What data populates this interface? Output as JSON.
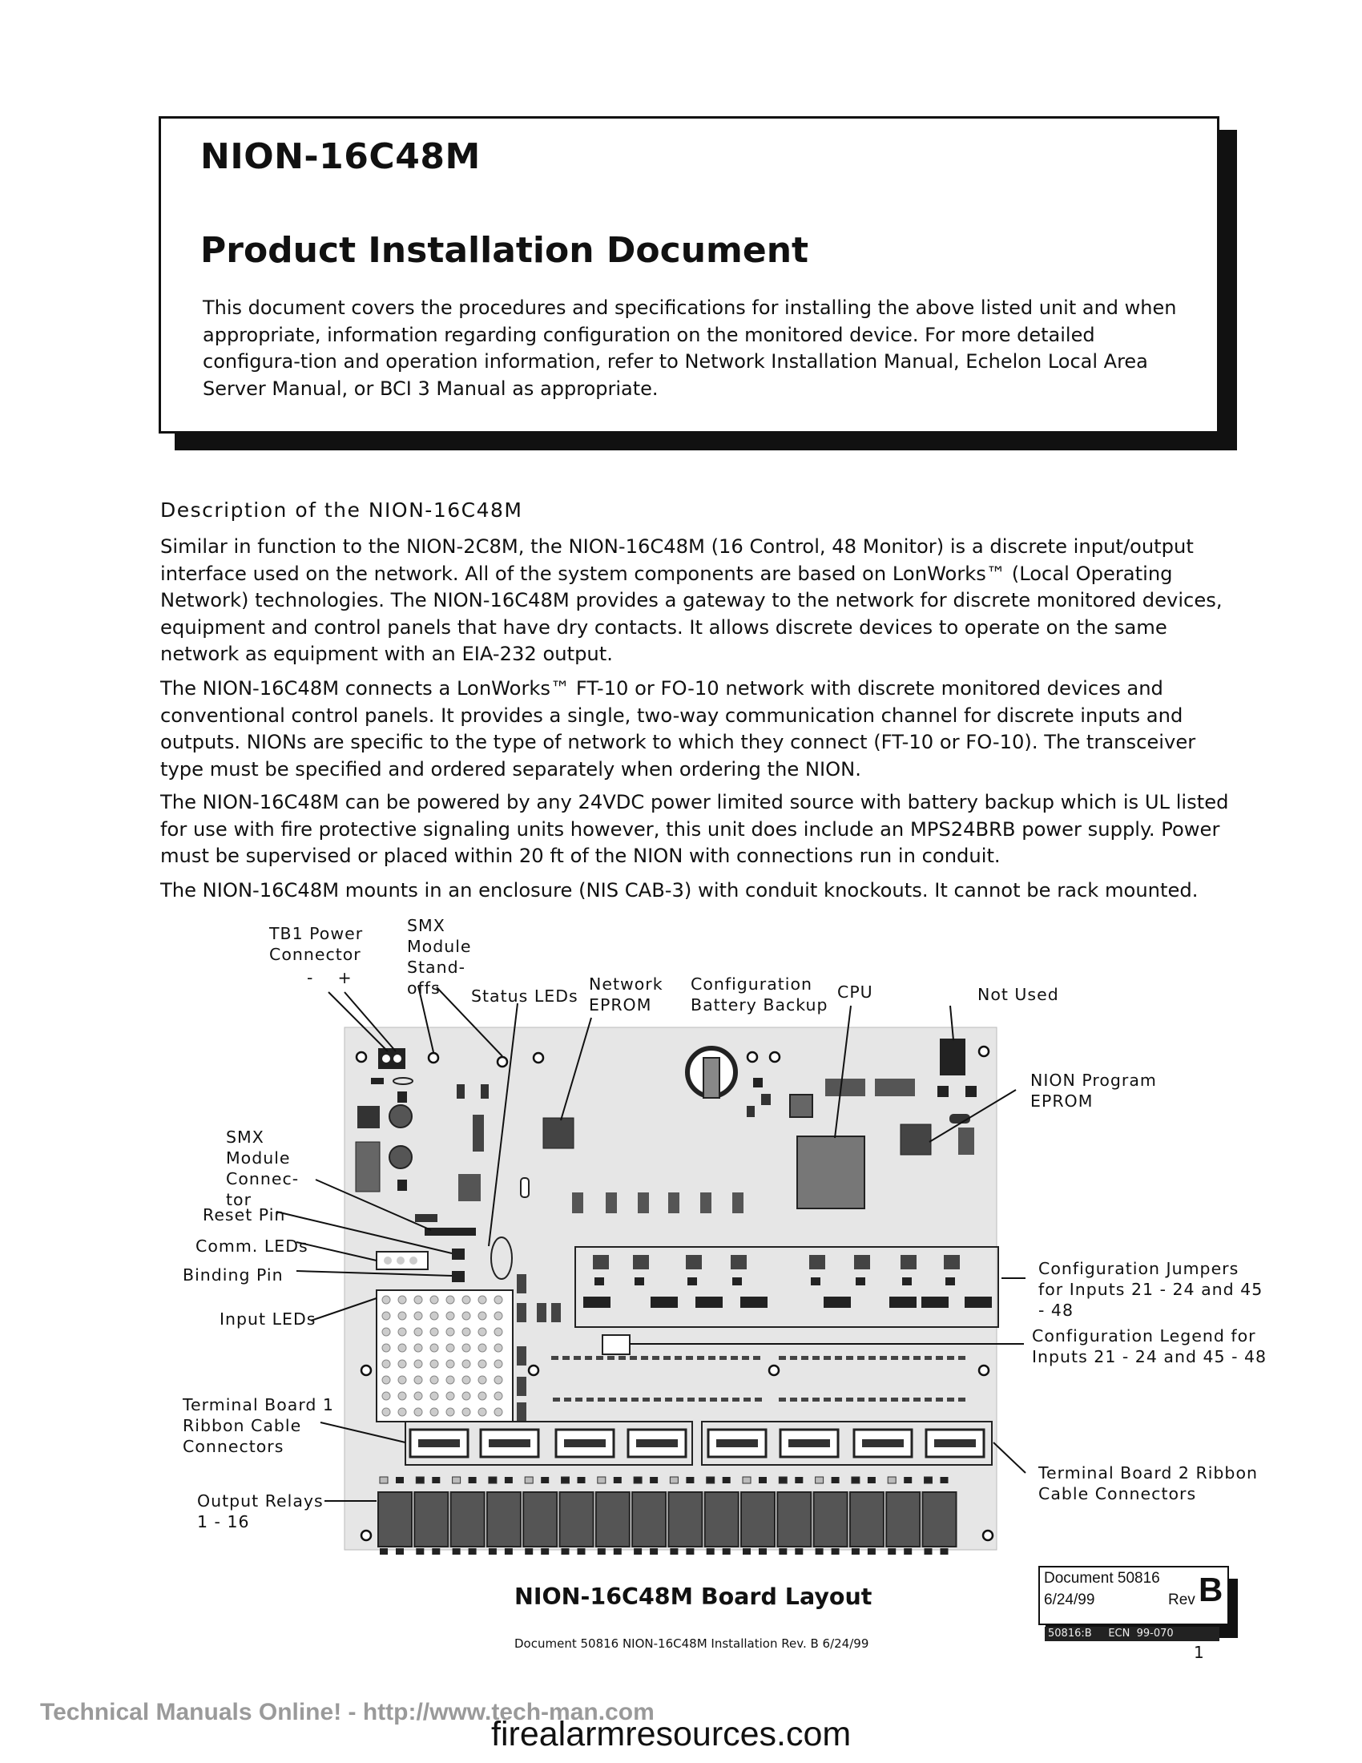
{
  "header": {
    "title": "NION-16C48M",
    "subtitle": "Product Installation Document",
    "intro": "This document covers the procedures and specifications for installing the above listed unit and when appropriate, information regarding configuration on the monitored device.  For more detailed configura-tion and operation information, refer to Network Installation Manual, Echelon Local Area Server Manual, or BCI 3 Manual as appropriate."
  },
  "description": {
    "heading": "Description of the NION-16C48M",
    "paragraphs": [
      "Similar in function to the NION-2C8M, the NION-16C48M (16 Control, 48 Monitor) is a discrete input/output interface used on the network.  All of the system components are based on LonWorks™ (Local Operating Network) technologies.  The NION-16C48M provides a gateway to the network for discrete monitored devices, equipment and control panels that have dry contacts.  It allows discrete devices to operate on the same network as equipment with an EIA-232 output.",
      "The  NION-16C48M connects a LonWorks™ FT-10 or FO-10 network with discrete monitored devices and conventional control panels.  It provides a single, two-way communication channel for discrete inputs and outputs.  NIONs are specific to the type of network to which they connect (FT-10 or FO-10).  The transceiver type must be specified and ordered separately when ordering the NION.",
      "The NION-16C48M can be powered by any 24VDC power limited source with battery backup which is UL listed for use with fire protective signaling units however, this unit does include an MPS24BRB power supply.  Power must be supervised or placed within 20 ft of the NION with connections run in conduit.",
      "The NION-16C48M mounts in an enclosure (NIS CAB-3) with conduit knockouts.  It cannot be rack mounted."
    ]
  },
  "diagram": {
    "labels": {
      "tb1": "TB1 Power\nConnector",
      "tb1_polarity": "-    +",
      "smx_standoffs": "SMX\nModule\nStand-\noffs",
      "status_leds": "Status LEDs",
      "network_eprom": "Network\nEPROM",
      "config_battery": "Configuration\nBattery Backup",
      "cpu": "CPU",
      "not_used": "Not Used",
      "nion_program_eprom": "NION Program\nEPROM",
      "smx_connector": "SMX\nModule\nConnec-\ntor",
      "reset_pin": "Reset Pin",
      "comm_leds": "Comm. LEDs",
      "binding_pin": "Binding Pin",
      "input_leds": "Input LEDs",
      "config_jumpers": "Configuration Jumpers\nfor Inputs 21 - 24 and 45\n- 48",
      "config_legend": "Configuration Legend for\nInputs 21 - 24 and 45 - 48",
      "tb1_ribbon": "Terminal Board 1\nRibbon Cable\nConnectors",
      "tb2_ribbon": "Terminal Board 2 Ribbon\nCable Connectors",
      "output_relays": "Output Relays\n1 - 16"
    },
    "caption": "NION-16C48M Board Layout"
  },
  "revision": {
    "document": "Document 50816",
    "date": "6/24/99",
    "rev_label": "Rev",
    "rev_letter": "B",
    "strip": "50816:B     ECN  99-070"
  },
  "footer": {
    "small_line": "Document 50816  NION-16C48M  Installation Rev. B  6/24/99",
    "page_number": "1",
    "watermark_line1": "Technical Manuals Online! - http://www.tech-man.com",
    "watermark_line2": "firealarmresources.com"
  }
}
